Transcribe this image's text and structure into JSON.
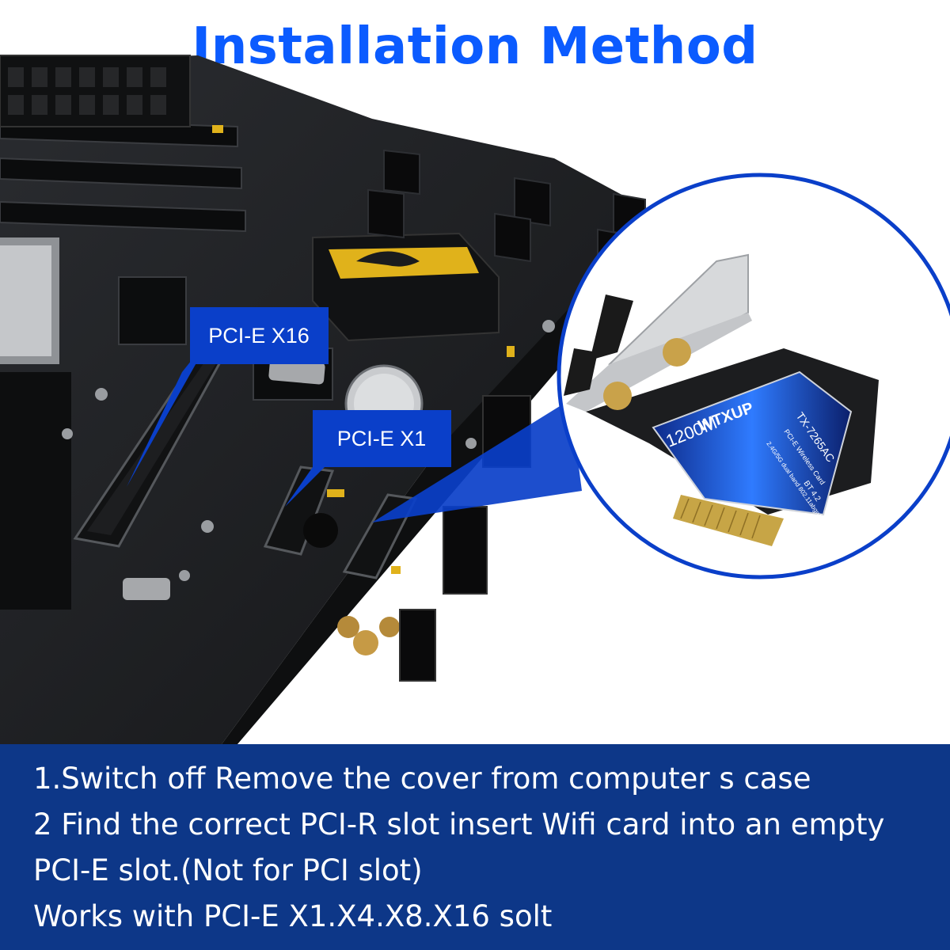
{
  "title": "Installation Method",
  "callouts": {
    "x16": "PCI-E X16",
    "x1": "PCI-E X1"
  },
  "card": {
    "brand": "WTXUP",
    "model": "TX-7265AC",
    "type": "PCI-E Wireless Card",
    "speed": "1200M",
    "band": "2.4G/5G dual band 802.11abgn/ac",
    "bt": "BT 4.2"
  },
  "instructions": [
    "1.Switch off Remove the cover from computer s case",
    "2 Find the correct PCI-R slot insert Wifi card into an empty",
    "PCI-E slot.(Not for PCI slot)",
    "Works with PCI-E X1.X4.X8.X16 solt"
  ],
  "colors": {
    "title": "#0b5bff",
    "callout": "#0a3fc9",
    "banner": "#0d3788",
    "board": "#1f2124",
    "accent": "#e0b21b"
  }
}
